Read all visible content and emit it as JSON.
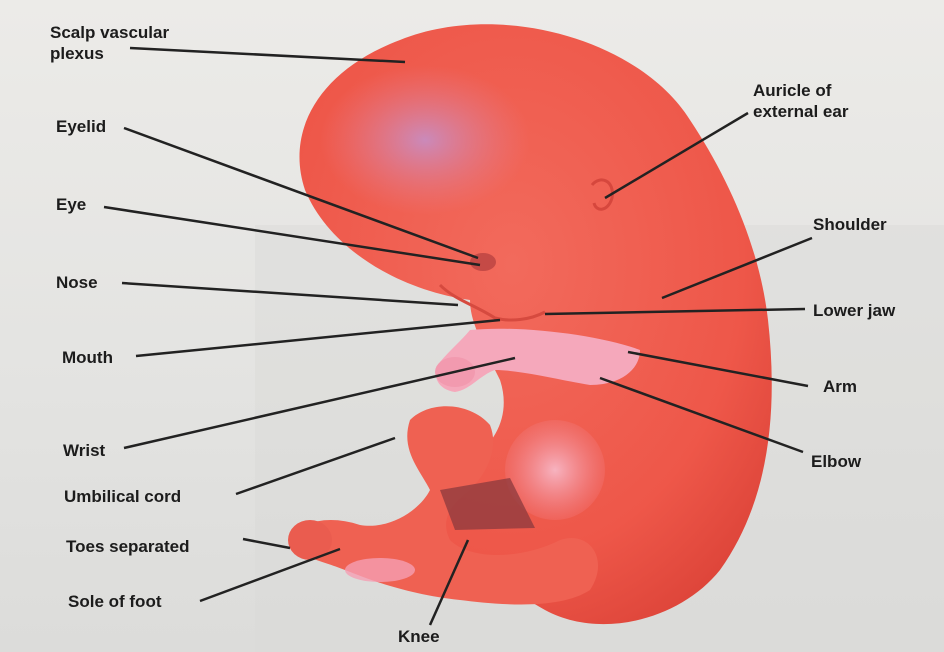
{
  "colors": {
    "body": "#ef5a4e",
    "body_dark": "#d9433a",
    "highlight": "#f7a9b9",
    "scalp": "#c58ab8",
    "leader_line": "#222222"
  },
  "labels": {
    "scalp_vascular_plexus": "Scalp vascular\nplexus",
    "eyelid": "Eyelid",
    "eye": "Eye",
    "nose": "Nose",
    "mouth": "Mouth",
    "wrist": "Wrist",
    "umbilical_cord": "Umbilical cord",
    "toes_separated": "Toes separated",
    "sole_of_foot": "Sole of foot",
    "knee": "Knee",
    "auricle_of_external_ear": "Auricle of\nexternal ear",
    "shoulder": "Shoulder",
    "lower_jaw": "Lower jaw",
    "arm": "Arm",
    "elbow": "Elbow"
  }
}
